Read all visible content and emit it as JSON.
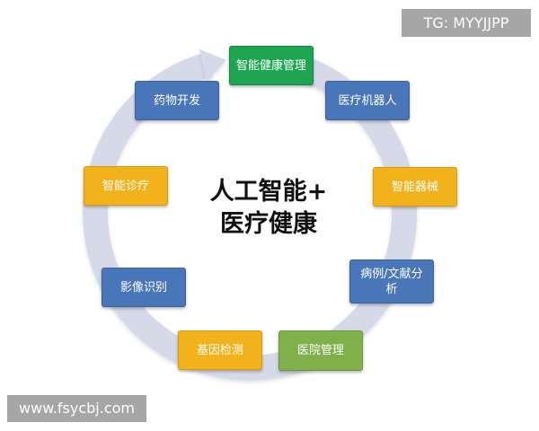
{
  "center": {
    "line1": "人工智能+",
    "line2": "医疗健康"
  },
  "nodes": {
    "top": "智能健康管理",
    "top_right": "医疗机器人",
    "right": "智能器械",
    "bottom_right": "病例/文献分析",
    "bottom": "医院管理",
    "bottom_left": "基因检测",
    "left_lower": "影像识别",
    "left": "智能诊疗",
    "top_left": "药物开发"
  },
  "colors": {
    "green": "#1ea552",
    "blue": "#4876b8",
    "yellow": "#f2b21c",
    "lime": "#7fb04a",
    "ring": "#d6d9e8"
  },
  "watermarks": {
    "tg": "TG: MYYJJPP",
    "url": "www.fsycbj.com"
  }
}
